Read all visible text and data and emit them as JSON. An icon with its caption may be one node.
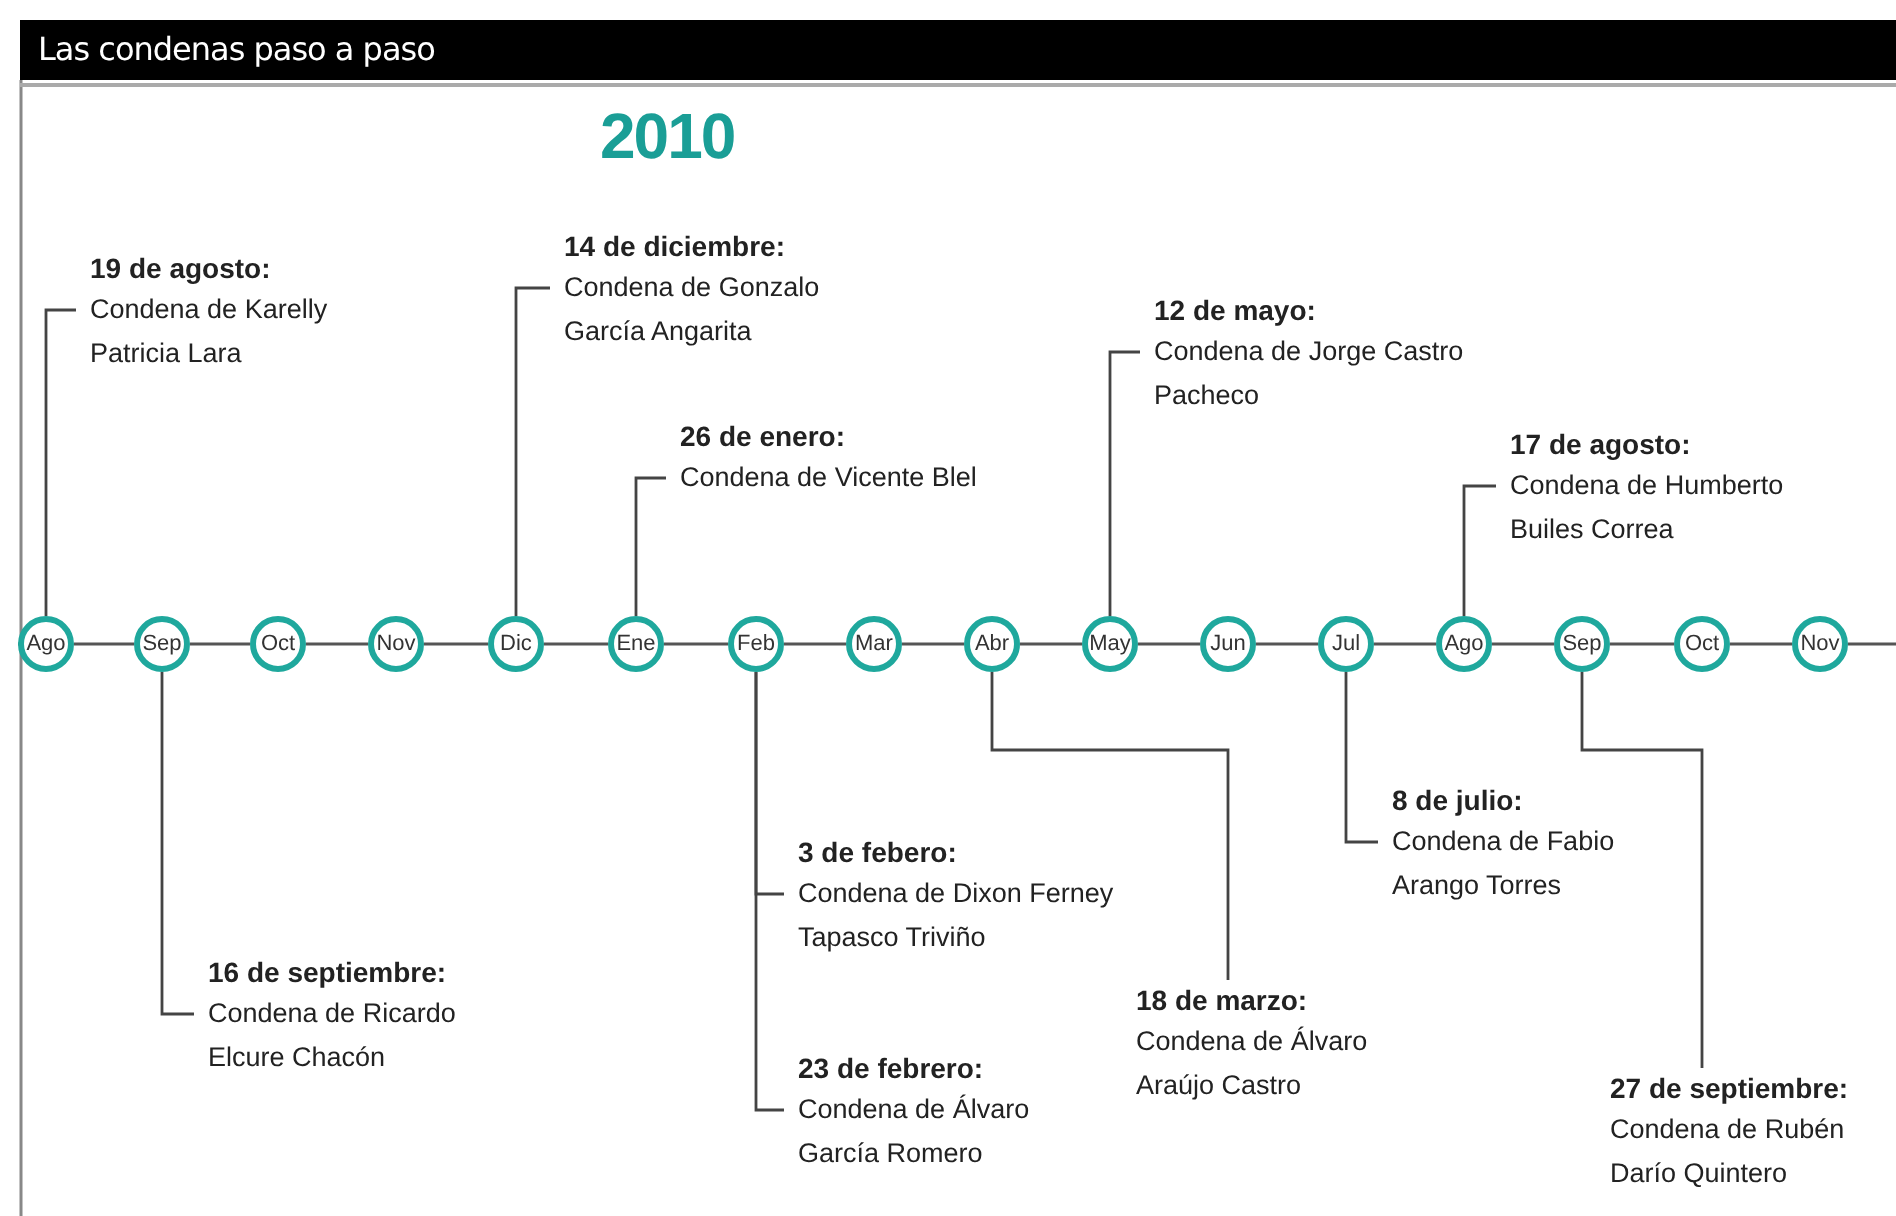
{
  "diagram": {
    "title": "Las condenas paso a paso",
    "nodes": [
      {
        "text": [
          "Ago"
        ]
      },
      {
        "text": [
          "Sep"
        ]
      },
      {
        "text": [
          "Oct"
        ]
      },
      {
        "text": [
          "Nov"
        ]
      },
      {
        "text": [
          "Dic"
        ]
      },
      {
        "text": [
          "Ene"
        ]
      },
      {
        "text": [
          "Feb"
        ]
      },
      {
        "text": [
          "Mar"
        ]
      },
      {
        "text": [
          "Abr"
        ]
      },
      {
        "text": [
          "May"
        ]
      },
      {
        "text": [
          "Jun"
        ]
      },
      {
        "text": [
          "Jul"
        ]
      },
      {
        "text": [
          "Ago"
        ]
      },
      {
        "text": [
          "Sep"
        ]
      },
      {
        "text": [
          "Oct"
        ]
      },
      {
        "text": [
          "Nov"
        ]
      },
      {
        "text": [
          "19 de agosto:",
          "Condena de Karelly Patricia Lara"
        ]
      },
      {
        "text": [
          "14 de diciembre:",
          "Condena de Gonzalo García Angarita"
        ]
      },
      {
        "text": [
          "26 de enero:",
          "Condena de Vicente Blel"
        ]
      },
      {
        "text": [
          "12 de mayo:",
          "Condena de Jorge Castro Pacheco"
        ]
      },
      {
        "text": [
          "17 de agosto:",
          "Condena de Humberto Builes Correa"
        ]
      },
      {
        "text": [
          "16 de septiembre:",
          "Condena de Ricardo Elcure Chacón"
        ]
      },
      {
        "text": [
          "3 de febero:",
          "Condena de Dixon Ferney Tapasco Triviño"
        ]
      },
      {
        "text": [
          "23 de febrero:",
          "Condena de Álvaro García Romero"
        ]
      },
      {
        "text": [
          "18 de marzo:",
          "Condena de Álvaro Araújo Castro"
        ]
      },
      {
        "text": [
          "8 de julio:",
          "Condena de Fabio Arango Torres"
        ]
      },
      {
        "text": [
          "27 de septiembre:",
          "Condena de Rubén Darío Quintero"
        ]
      }
    ],
    "edges": [
      {
        "from": 0,
        "to": 1,
        "arrow": "none"
      },
      {
        "from": 1,
        "to": 2,
        "arrow": "none"
      },
      {
        "from": 2,
        "to": 3,
        "arrow": "none"
      },
      {
        "from": 3,
        "to": 4,
        "arrow": "none"
      },
      {
        "from": 4,
        "to": 5,
        "arrow": "none"
      },
      {
        "from": 5,
        "to": 6,
        "arrow": "none"
      },
      {
        "from": 6,
        "to": 7,
        "arrow": "none"
      },
      {
        "from": 7,
        "to": 8,
        "arrow": "none"
      },
      {
        "from": 8,
        "to": 9,
        "arrow": "none"
      },
      {
        "from": 9,
        "to": 10,
        "arrow": "none"
      },
      {
        "from": 10,
        "to": 11,
        "arrow": "none"
      },
      {
        "from": 11,
        "to": 12,
        "arrow": "none"
      },
      {
        "from": 12,
        "to": 13,
        "arrow": "none"
      },
      {
        "from": 13,
        "to": 14,
        "arrow": "none"
      },
      {
        "from": 14,
        "to": 15,
        "arrow": "none"
      },
      {
        "from": 15,
        "to": null,
        "arrow": "none"
      },
      {
        "from": 16,
        "to": 0,
        "arrow": "none"
      },
      {
        "from": 17,
        "to": 4,
        "arrow": "none"
      },
      {
        "from": 18,
        "to": 5,
        "arrow": "none"
      },
      {
        "from": 19,
        "to": 9,
        "arrow": "none"
      },
      {
        "from": 20,
        "to": 12,
        "arrow": "none"
      },
      {
        "from": 21,
        "to": 1,
        "arrow": "none"
      },
      {
        "from": 22,
        "to": 6,
        "arrow": "none"
      },
      {
        "from": 23,
        "to": 6,
        "arrow": "none"
      },
      {
        "from": 24,
        "to": 8,
        "arrow": "none"
      },
      {
        "from": 25,
        "to": 11,
        "arrow": "none"
      },
      {
        "from": 26,
        "to": 13,
        "arrow": "none"
      }
    ],
    "labels": [
      "2010"
    ]
  }
}
